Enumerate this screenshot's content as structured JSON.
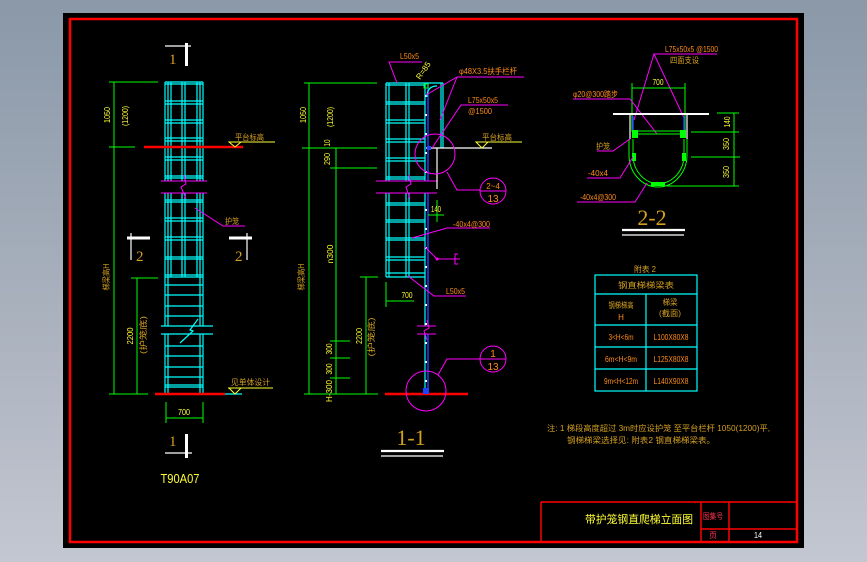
{
  "colors": {
    "background": "#000000",
    "frame": "#ff0000",
    "cage": "#00ffff",
    "dimension": "#00ff00",
    "dimension_text": "#ffff33",
    "leader": "#ff00ff",
    "label_text": "#d4a020",
    "spec_text": "#ff8c1a"
  },
  "elevation": {
    "section_mark_top": "1",
    "section_mark_bottom": "1",
    "section_mark_left": "2",
    "section_mark_right": "2",
    "dim_rail_height": "1050",
    "dim_rail_height_alt": "(1200)",
    "dim_ladder_height": "梯梁高H",
    "dim_cage_start": "2200",
    "dim_cage_start_note": "(护笼底)",
    "dim_width": "700",
    "platform_label": "平台标高",
    "cage_label": "护笼",
    "ground_label": "见单体设计",
    "drawing_code": "T90A07"
  },
  "section_1_1": {
    "title": "1-1",
    "top_angle_label": "L50x5",
    "radius_label": "R=85",
    "handrail_label": "φ48X3.5扶手栏杆",
    "support_label": "L75x50x5",
    "support_spacing": "@1500",
    "platform_label": "平台标高",
    "detail_ref_top": {
      "number": "2~4",
      "sheet": "13"
    },
    "detail_ref_bottom": {
      "number": "1",
      "sheet": "13"
    },
    "dim_rail_height": "1050",
    "dim_rail_height_alt": "(1200)",
    "dim_290": "290",
    "dim_10": "10",
    "dim_n300": "n300",
    "dim_ladder_height": "梯梁高H",
    "dim_140": "140",
    "flat_bar_label": "-40x4@300",
    "dim_width": "700",
    "bottom_angle_label": "L50x5",
    "dim_cage_start": "2200",
    "dim_cage_start_note": "(护笼底)",
    "dim_300_upper": "300",
    "dim_300_lower": "300",
    "dim_h_minus_300": "H-300"
  },
  "section_2_2": {
    "title": "2-2",
    "support_label": "L75x50x5 @1500",
    "support_note": "四面支设",
    "dim_width": "700",
    "step_label": "φ20@300踏步",
    "cage_label": "护笼",
    "flat_bar_label": "-40x4",
    "flat_bar_spacing_label": "-40x4@300",
    "dim_140": "140",
    "dim_350_upper": "350",
    "dim_350_lower": "350"
  },
  "table": {
    "caption": "附表 2",
    "title": "钢直梯梯梁表",
    "headers": [
      {
        "line1": "钢梯梯高",
        "line2": "H"
      },
      {
        "line1": "梯梁",
        "line2": "(截面)"
      }
    ],
    "rows": [
      {
        "height": "3<H<6m",
        "section": "L100X80X8"
      },
      {
        "height": "6m<H<9m",
        "section": "L125X80X8"
      },
      {
        "height": "9m<H<12m",
        "section": "L140X90X8"
      }
    ]
  },
  "notes": {
    "line1": "注: 1 梯段高度超过 3m时应设护笼 至平台栏杆 1050(1200)平,",
    "line2": "钢梯梯梁选择见: 附表2 钢直梯梯梁表。"
  },
  "title_block": {
    "drawing_title": "带护笼钢直爬梯立面图",
    "atlas_no_label": "图集号",
    "atlas_no_value": "",
    "page_label": "页",
    "page_value": "14"
  }
}
